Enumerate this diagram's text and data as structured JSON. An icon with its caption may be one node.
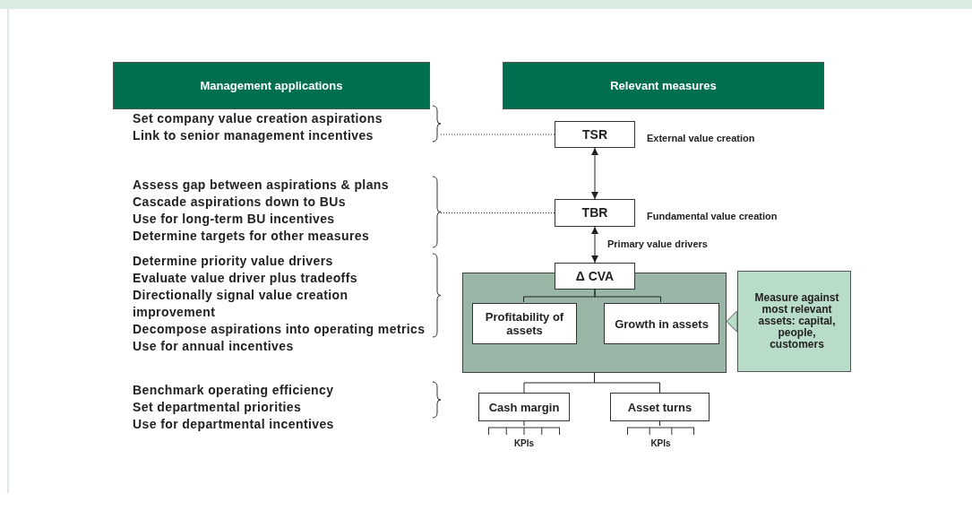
{
  "diagram": {
    "nodes": [
      {
        "text": [
          "Management applications"
        ]
      },
      {
        "text": [
          "Relevant measures"
        ]
      },
      {
        "text": [
          "Set company value creation aspirations",
          "Link to senior management incentives"
        ]
      },
      {
        "text": [
          "Assess gap between aspirations & plans",
          "Cascade aspirations down to BUs",
          "Use for long-term BU incentives",
          "Determine targets for other measures"
        ]
      },
      {
        "text": [
          "Determine priority value drivers",
          "Evaluate value driver plus tradeoffs",
          "Directionally signal value creation improvement",
          "Decompose aspirations into operating metrics",
          "Use for annual incentives"
        ]
      },
      {
        "text": [
          "Benchmark operating efficiency",
          "Set departmental priorities",
          "Use for departmental incentives"
        ]
      },
      {
        "text": [
          "TSR"
        ],
        "beside": [
          "External value creation"
        ]
      },
      {
        "text": [
          "TBR"
        ],
        "beside": [
          "Fundamental value creation"
        ]
      },
      {
        "text": [],
        "shape": "box"
      },
      {
        "text": [
          "Δ CVA"
        ]
      },
      {
        "text": [
          "Profitability of assets"
        ],
        "in": 8
      },
      {
        "text": [
          "Growth in assets"
        ],
        "in": 8
      },
      {
        "text": [
          "Measure against most relevant assets: capital, people, customers"
        ]
      },
      {
        "text": [
          "Cash margin"
        ]
      },
      {
        "text": [
          "Asset turns"
        ]
      },
      {
        "text": [
          "KPIs"
        ]
      },
      {
        "text": [
          "KPIs"
        ]
      }
    ],
    "edges": [
      {
        "from": 2,
        "to": 6,
        "arrow": "none",
        "style": "dashed"
      },
      {
        "from": 3,
        "to": 7,
        "arrow": "none",
        "style": "dashed"
      },
      {
        "from": 6,
        "to": 7,
        "arrow": "both"
      },
      {
        "from": 7,
        "to": 9,
        "arrow": "both",
        "label": "Primary value drivers"
      },
      {
        "from": 9,
        "to": 10,
        "arrow": "none"
      },
      {
        "from": 9,
        "to": 11,
        "arrow": "none"
      },
      {
        "from": 8,
        "to": 13,
        "arrow": "none"
      },
      {
        "from": 8,
        "to": 14,
        "arrow": "none"
      },
      {
        "from": 13,
        "to": 15,
        "arrow": "none"
      },
      {
        "from": 14,
        "to": 16,
        "arrow": "none"
      },
      {
        "from": 12,
        "to": 8,
        "arrow": "to"
      }
    ]
  }
}
